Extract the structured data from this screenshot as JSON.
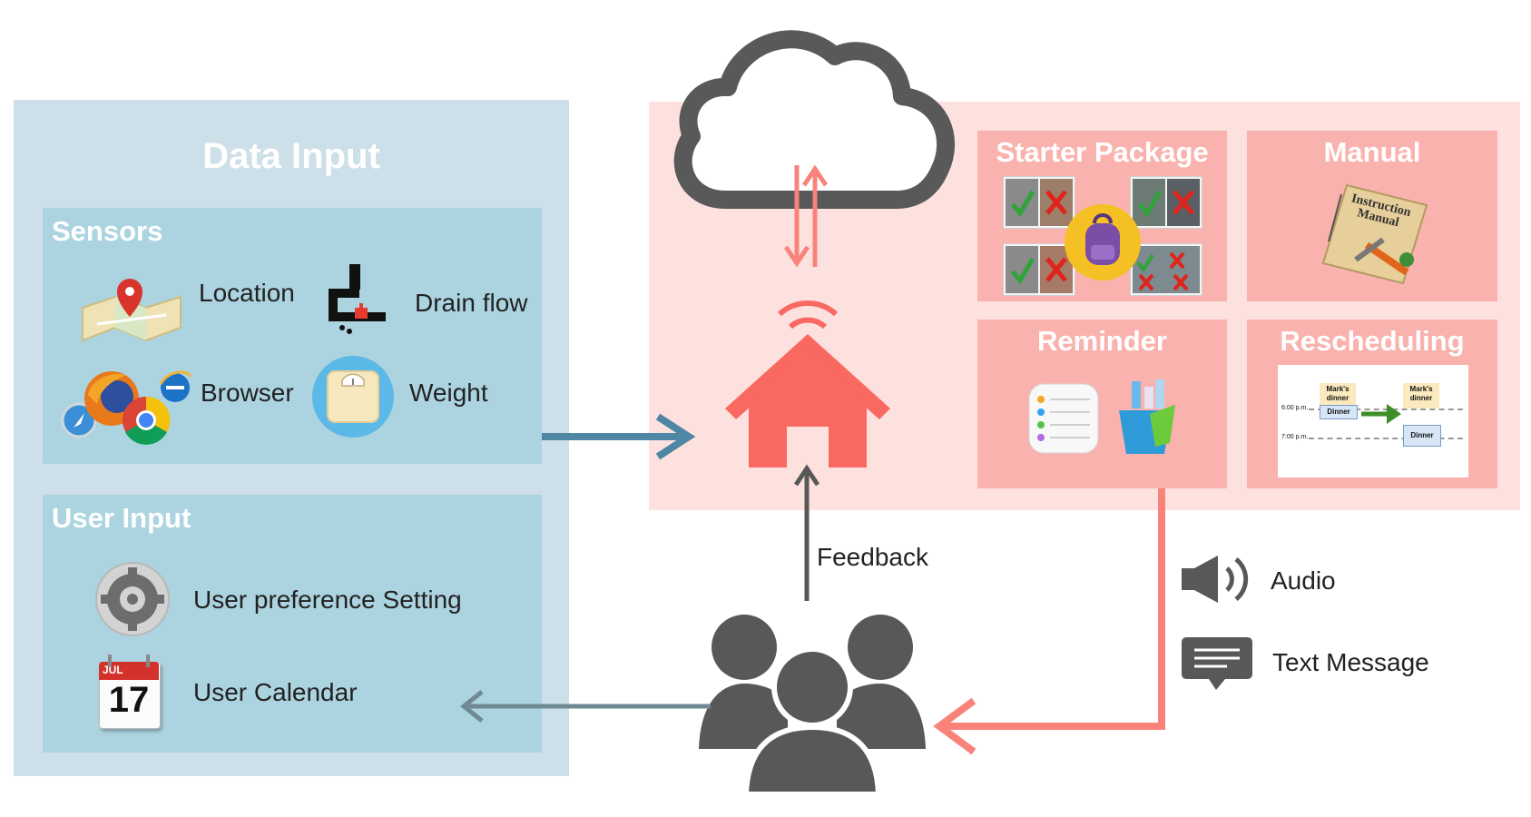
{
  "data_input": {
    "title": "Data Input",
    "sensors": {
      "title": "Sensors",
      "items": [
        {
          "label": "Location",
          "icon": "map-pin-icon"
        },
        {
          "label": "Drain flow",
          "icon": "drain-pipe-icon"
        },
        {
          "label": "Browser",
          "icon": "browser-logos-icon"
        },
        {
          "label": "Weight",
          "icon": "scale-icon"
        }
      ]
    },
    "user_input": {
      "title": "User Input",
      "items": [
        {
          "label": "User preference Setting",
          "icon": "settings-gear-icon"
        },
        {
          "label": "User Calendar",
          "icon": "calendar-icon"
        }
      ],
      "calendar_month": "JUL",
      "calendar_day": "17"
    }
  },
  "hub": {
    "starter_package": {
      "title": "Starter Package"
    },
    "manual": {
      "title": "Manual",
      "book_text": "Instruction Manual"
    },
    "reminder": {
      "title": "Reminder"
    },
    "rescheduling": {
      "title": "Rescheduling",
      "event_label": "Mark's dinner",
      "slot_label": "Dinner",
      "time_1": "6:00 p.m.",
      "time_2": "7:00 p.m."
    }
  },
  "flow": {
    "feedback_label": "Feedback"
  },
  "outputs": [
    {
      "label": "Audio",
      "icon": "speaker-icon"
    },
    {
      "label": "Text Message",
      "icon": "chat-bubble-icon"
    }
  ],
  "colors": {
    "data_panel": "#cddfe8",
    "sub_panel": "#acd4e0",
    "hub_panel": "#fde1df",
    "hub_box": "#f9b2ad",
    "house": "#f96961",
    "arrow_blue": "#4f86a3",
    "arrow_red": "#f9837b",
    "dark_gray": "#585858"
  }
}
